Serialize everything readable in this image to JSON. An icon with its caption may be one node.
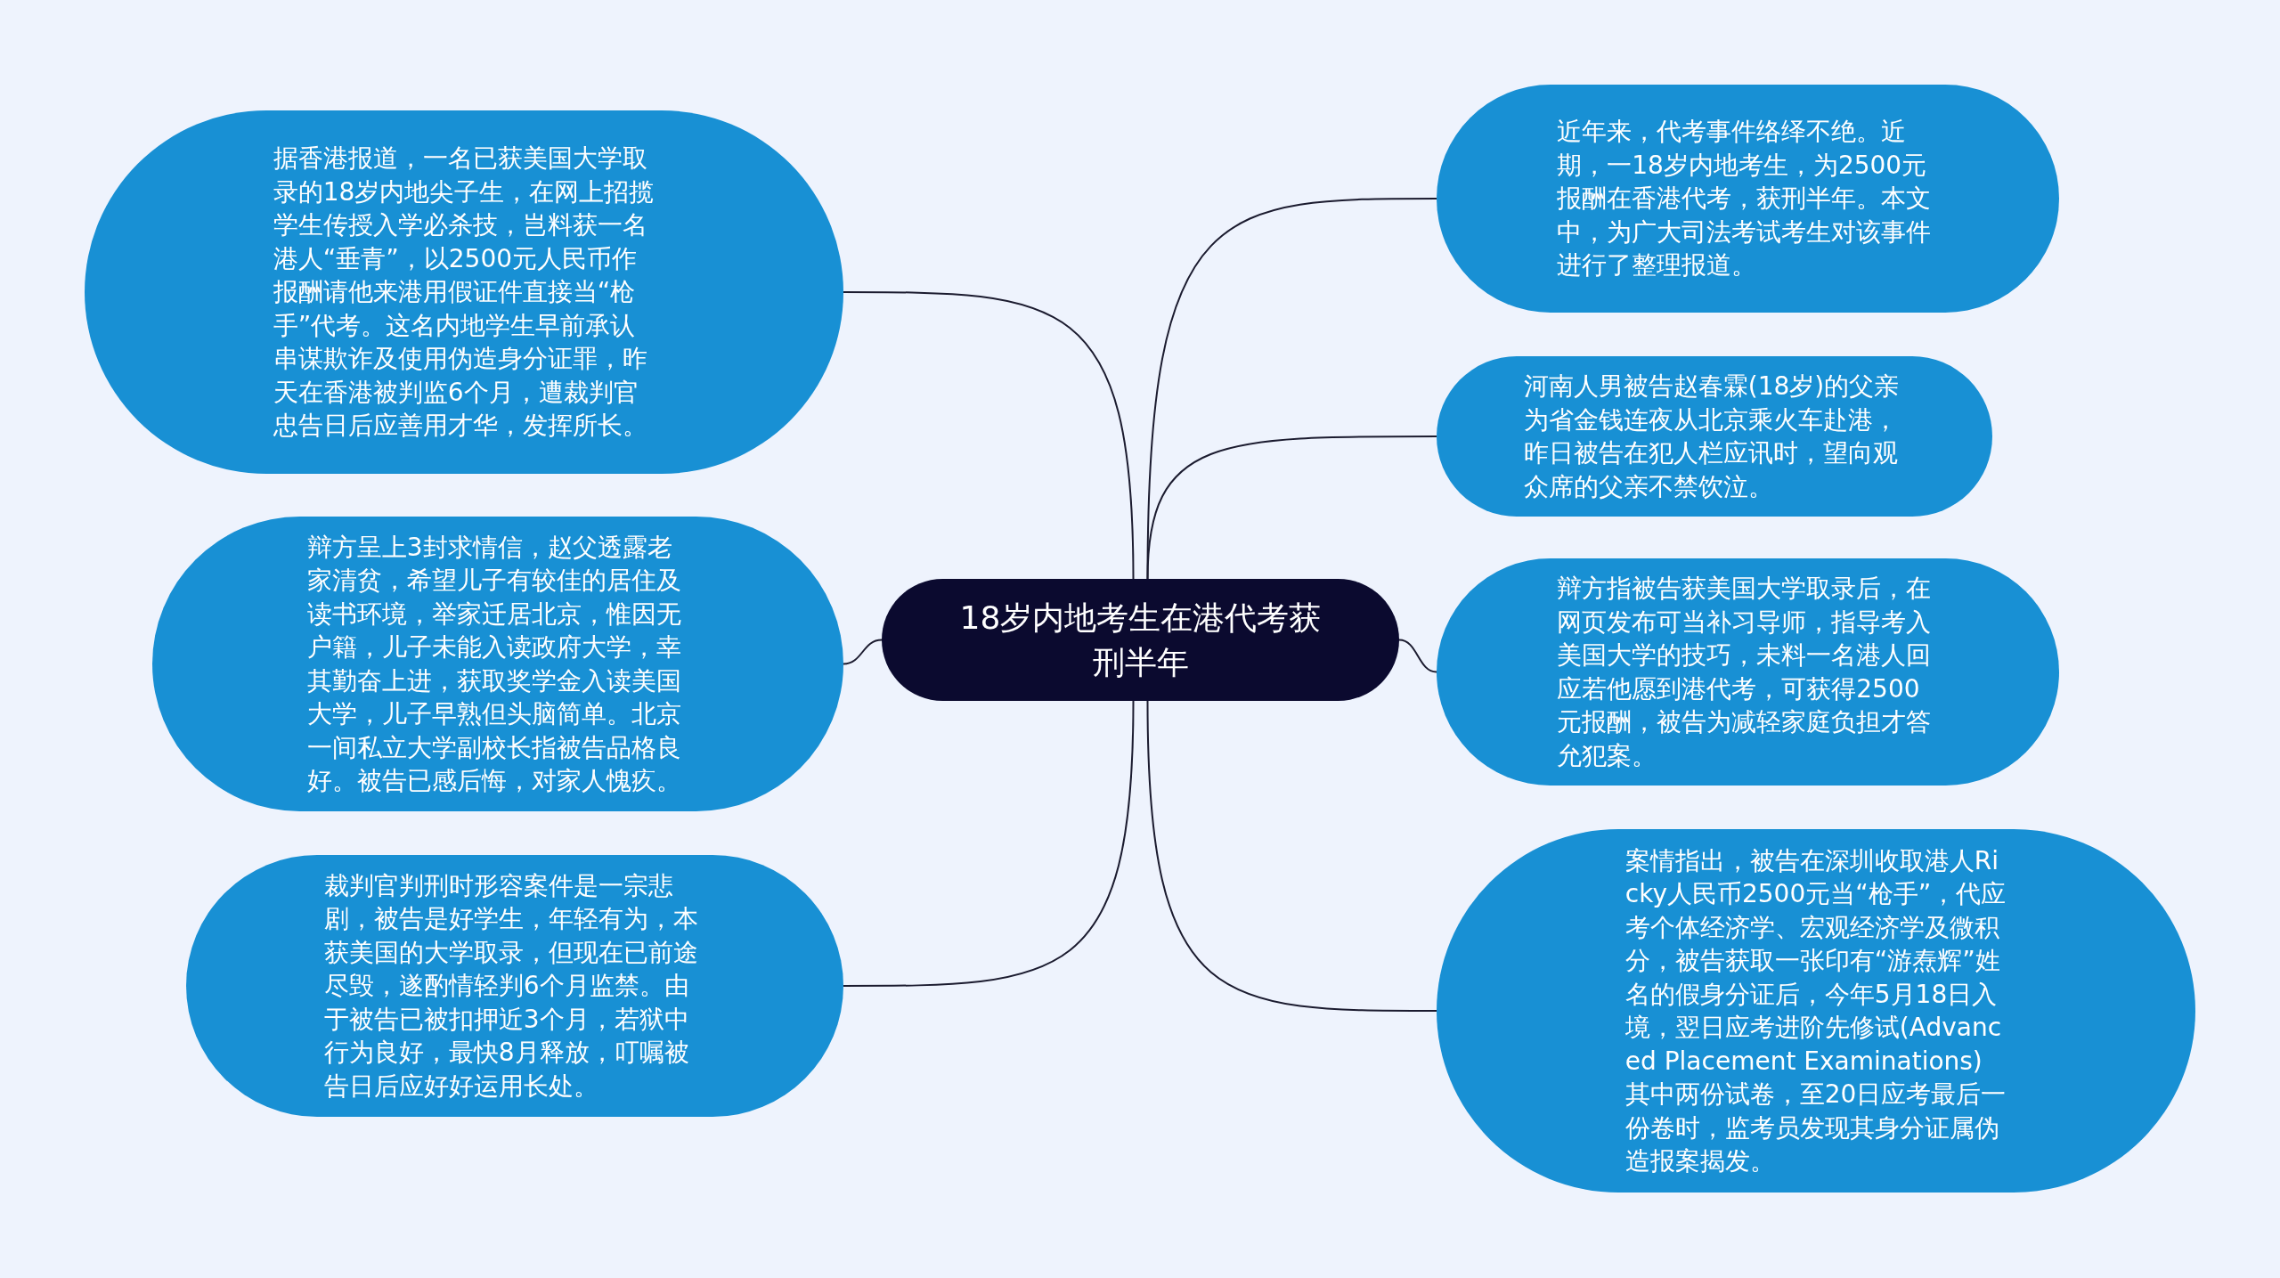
{
  "diagram": {
    "nodes": [
      {
        "text": [
          "18岁内地考生在港代考获刑半年"
        ]
      },
      {
        "text": [
          "据香港报道，一名已获美国大学取录的18岁内地尖子生，在网上招揽学生传授入学必杀技，岂料获一名港人“垂青”，以2500元人民币作报酬请他来港用假证件直接当“枪手”代考。这名内地学生早前承认串谋欺诈及使用伪造身分证罪，昨天在香港被判监6个月，遭裁判官忠告日后应善用才华，发挥所长。"
        ]
      },
      {
        "text": [
          "辩方呈上3封求情信，赵父透露老家清贫，希望儿子有较佳的居住及读书环境，举家迁居北京，惟因无户籍，儿子未能入读政府大学，幸其勤奋上进，获取奖学金入读美国大学，儿子早熟但头脑简单。北京一间私立大学副校长指被告品格良好。被告已感后悔，对家人愧疚。"
        ]
      },
      {
        "text": [
          "裁判官判刑时形容案件是一宗悲剧，被告是好学生，年轻有为，本获美国的大学取录，但现在已前途尽毁，遂酌情轻判6个月监禁。由于被告已被扣押近3个月，若狱中行为良好，最快8月释放，叮嘱被告日后应好好运用长处。"
        ]
      },
      {
        "text": [
          "近年来，代考事件络绎不绝。近期，一18岁内地考生，为2500元报酬在香港代考，获刑半年。本文中，为广大司法考试考生对该事件进行了整理报道。"
        ]
      },
      {
        "text": [
          "河南人男被告赵春霖(18岁)的父亲为省金钱连夜从北京乘火车赴港，昨日被告在犯人栏应讯时，望向观众席的父亲不禁饮泣。"
        ]
      },
      {
        "text": [
          "辩方指被告获美国大学取录后，在网页发布可当补习导师，指导考入美国大学的技巧，未料一名港人回应若他愿到港代考，可获得2500元报酬，被告为减轻家庭负担才答允犯案。"
        ]
      },
      {
        "text": [
          "案情指出，被告在深圳收取港人Ricky人民币2500元当“枪手”，代应考个体经济学、宏观经济学及微积分，被告获取一张印有“游焘辉”姓名的假身分证后，今年5月18日入境，翌日应考进阶先修试(Advanced Placement Examinations)其中两份试卷，至20日应考最后一份卷时，监考员发现其身分证属伪造报案揭发。"
        ]
      }
    ],
    "edges": [
      {
        "from": 0,
        "to": 1,
        "arrow": "none"
      },
      {
        "from": 0,
        "to": 2,
        "arrow": "none"
      },
      {
        "from": 0,
        "to": 3,
        "arrow": "none"
      },
      {
        "from": 0,
        "to": 4,
        "arrow": "none"
      },
      {
        "from": 0,
        "to": 5,
        "arrow": "none"
      },
      {
        "from": 0,
        "to": 6,
        "arrow": "none"
      },
      {
        "from": 0,
        "to": 7,
        "arrow": "none"
      }
    ]
  }
}
